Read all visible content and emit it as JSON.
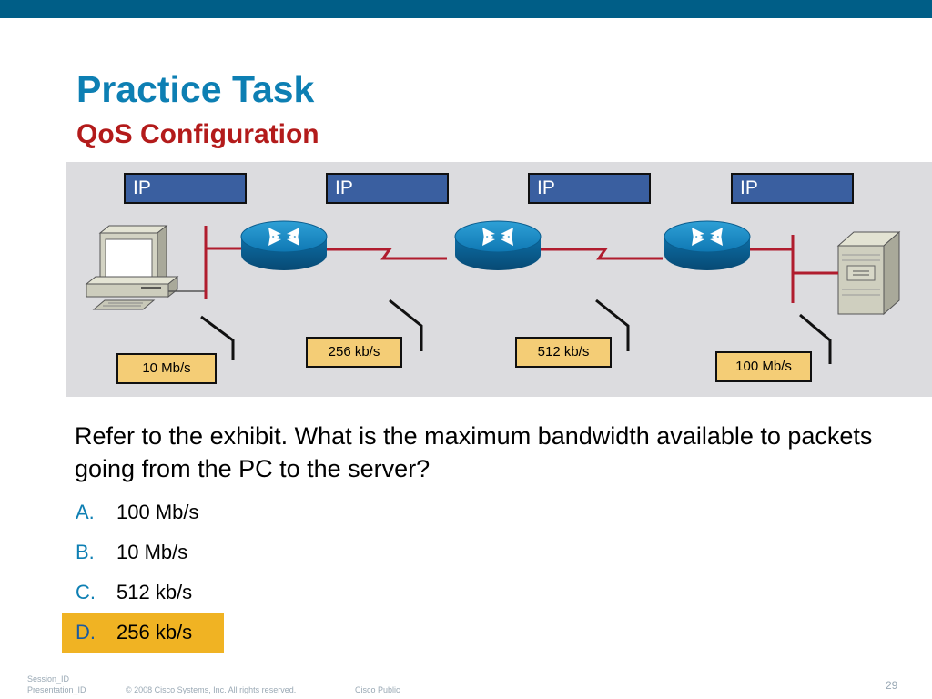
{
  "slide": {
    "title": "Practice Task",
    "subtitle": "QoS Configuration",
    "page_number": "29"
  },
  "exhibit": {
    "ip_labels": [
      "IP",
      "IP",
      "IP",
      "IP"
    ],
    "link_speeds": [
      "10 Mb/s",
      "256 kb/s",
      "512 kb/s",
      "100 Mb/s"
    ],
    "colors": {
      "background": "#dcdcdf",
      "ip_box": "#3a5fa0",
      "speed_box": "#f4cd76",
      "link": "#b01c2e",
      "router": "#1288c4"
    }
  },
  "question": {
    "text": "Refer to the exhibit. What is the maximum bandwidth available to packets going from the PC to the server?",
    "options": [
      {
        "letter": "A.",
        "text": "100 Mb/s",
        "selected": false
      },
      {
        "letter": "B.",
        "text": "10 Mb/s",
        "selected": false
      },
      {
        "letter": "C.",
        "text": "512 kb/s",
        "selected": false
      },
      {
        "letter": "D.",
        "text": "256 kb/s",
        "selected": true
      }
    ],
    "highlight_color": "#f0b323"
  },
  "footer": {
    "session_id": "Session_ID",
    "presentation_id": "Presentation_ID",
    "copyright": "© 2008 Cisco Systems, Inc. All rights reserved.",
    "classification": "Cisco Public"
  }
}
